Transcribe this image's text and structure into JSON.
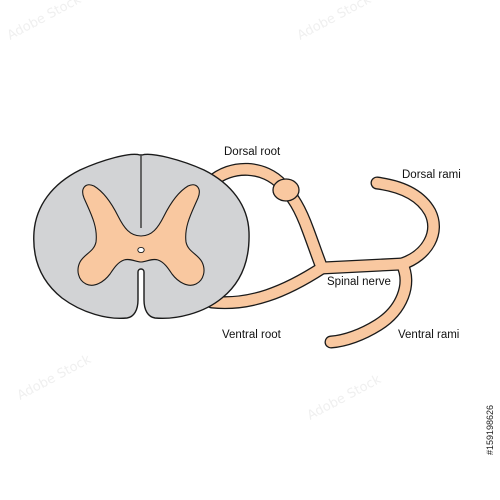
{
  "labels": {
    "dorsal_root": "Dorsal root",
    "dorsal_rami": "Dorsal rami",
    "spinal_nerve": "Spinal nerve",
    "ventral_root": "Ventral root",
    "ventral_rami": "Ventral rami"
  },
  "watermark": {
    "text": "Adobe Stock",
    "id": "#159198626"
  },
  "colors": {
    "white_matter": "#d2d3d5",
    "grey_matter": "#f9c8a0",
    "nerve": "#f9c8a0",
    "outline": "#1a1a1a"
  }
}
